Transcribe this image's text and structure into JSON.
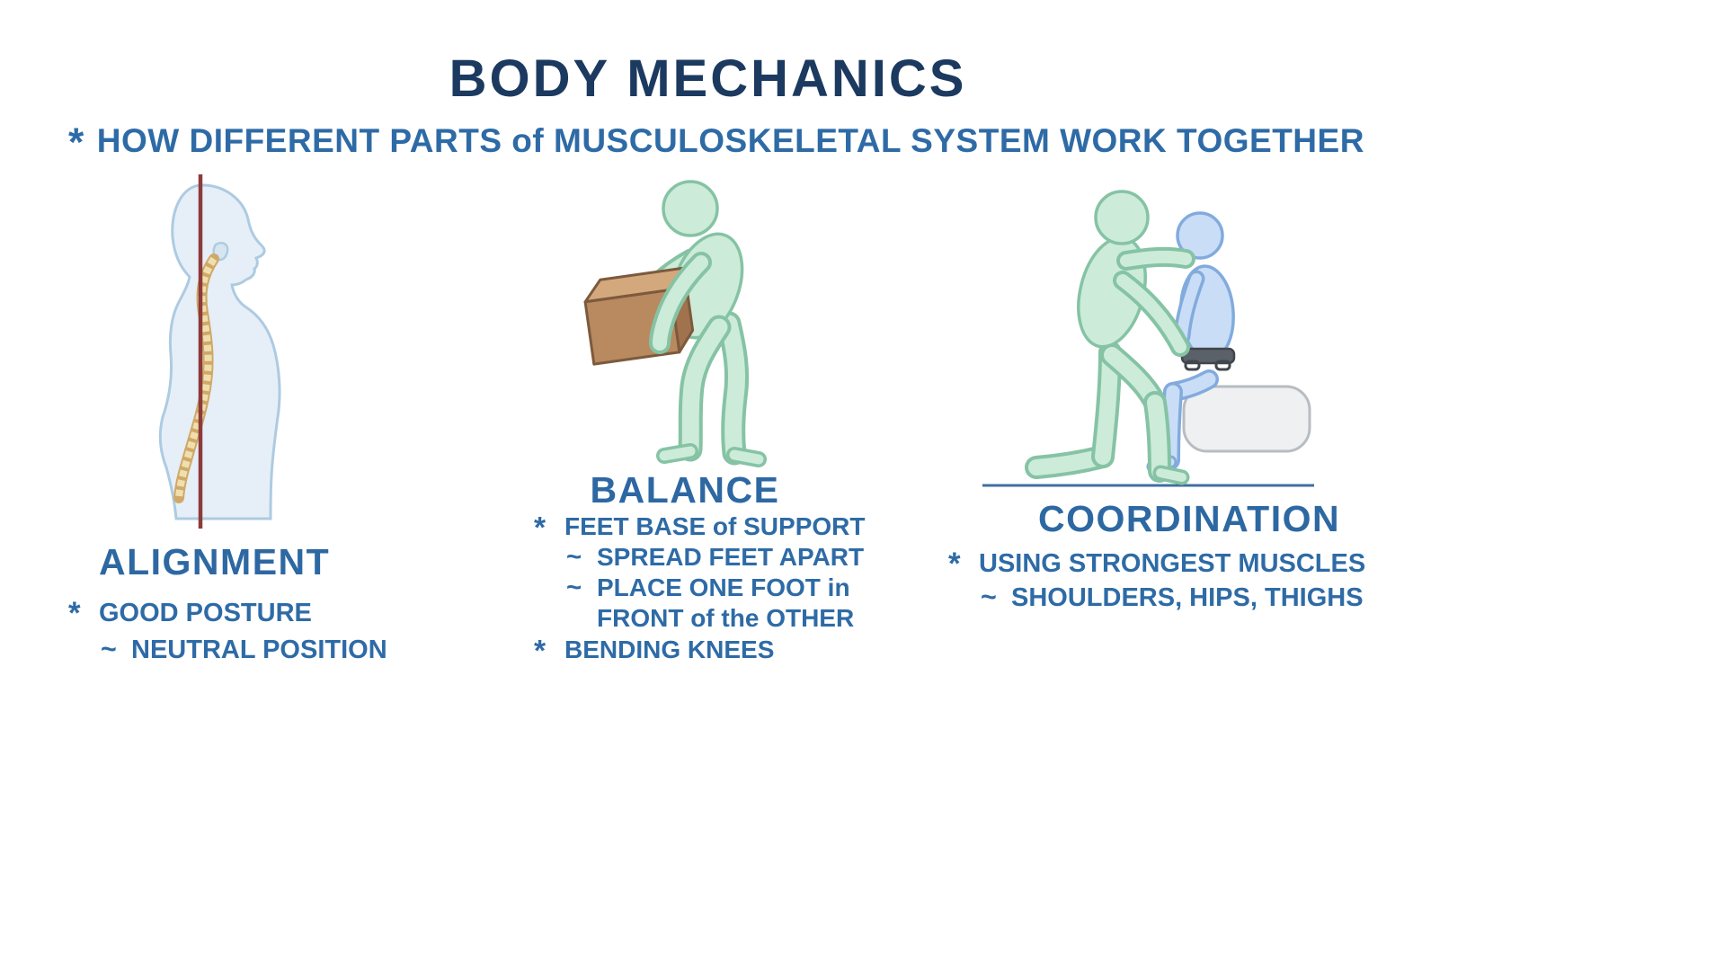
{
  "page": {
    "title": "BODY MECHANICS",
    "subtitle_bullet": "*",
    "subtitle": "HOW DIFFERENT PARTS of MUSCULOSKELETAL SYSTEM WORK TOGETHER"
  },
  "sections": {
    "alignment": {
      "heading": "ALIGNMENT",
      "items": [
        {
          "bullet": "*",
          "text": "GOOD POSTURE"
        },
        {
          "bullet": "~",
          "text": "NEUTRAL POSITION"
        }
      ]
    },
    "balance": {
      "heading": "BALANCE",
      "items": [
        {
          "bullet": "*",
          "text": "FEET BASE of SUPPORT"
        },
        {
          "bullet": "~",
          "text": "SPREAD FEET APART"
        },
        {
          "bullet": "~",
          "text": "PLACE ONE FOOT in"
        },
        {
          "bullet": "",
          "text": "FRONT of the OTHER"
        },
        {
          "bullet": "*",
          "text": "BENDING KNEES"
        }
      ]
    },
    "coordination": {
      "heading": "COORDINATION",
      "items": [
        {
          "bullet": "*",
          "text": "USING STRONGEST MUSCLES"
        },
        {
          "bullet": "~",
          "text": "SHOULDERS, HIPS, THIGHS"
        }
      ]
    }
  },
  "colors": {
    "title_navy": "#1c3a60",
    "text_blue": "#2e6ba6",
    "figure_green_fill": "#cdebd9",
    "figure_green_stroke": "#85c3a4",
    "figure_blue_fill": "#c9ddf6",
    "figure_blue_stroke": "#82abdd",
    "body_lightblue_fill": "#e6eff7",
    "body_lightblue_stroke": "#adcbe2",
    "spine_tan_dark": "#cfa968",
    "spine_tan_light": "#f0dfae",
    "plumb_line_red": "#8d3a3c",
    "box_front_brown": "#b9895f",
    "box_top_brown": "#d3a87c",
    "box_side_brown": "#a0734e",
    "bed_gray": "#eef0f2",
    "belt_gray": "#5a6168",
    "ground_line_blue": "#3f6fa0"
  }
}
